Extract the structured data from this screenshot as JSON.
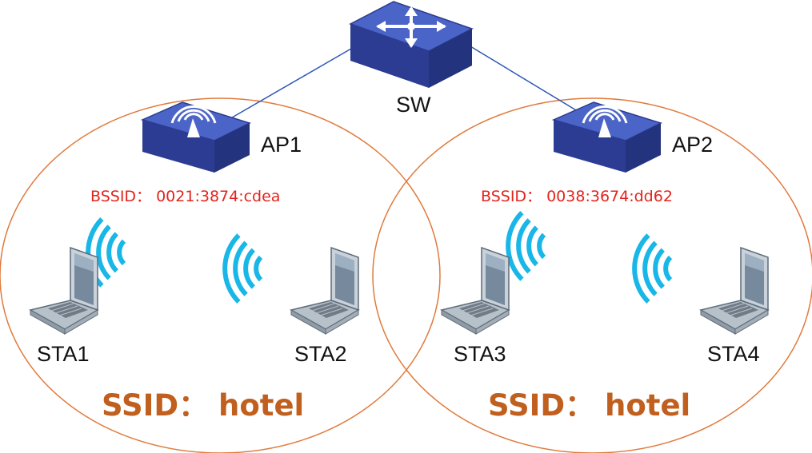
{
  "colors": {
    "ellipse": "#e07a3c",
    "link": "#2f57b8",
    "bssid": "#e3241c",
    "ssid": "#c05f1e",
    "wifi": "#19b6e8",
    "device_top": "#4b64c8",
    "device_front": "#2c3c93",
    "device_side": "#24337d"
  },
  "switch": {
    "label": "SW",
    "icon": "switch-icon"
  },
  "access_points": [
    {
      "label": "AP1",
      "bssid": "BSSID： 0021:3874:cdea",
      "icon": "access-point-icon"
    },
    {
      "label": "AP2",
      "bssid": "BSSID： 0038:3674:dd62",
      "icon": "access-point-icon"
    }
  ],
  "stations": [
    {
      "label": "STA1",
      "icon": "laptop-icon"
    },
    {
      "label": "STA2",
      "icon": "laptop-icon"
    },
    {
      "label": "STA3",
      "icon": "laptop-icon"
    },
    {
      "label": "STA4",
      "icon": "laptop-icon"
    }
  ],
  "cells": [
    {
      "ssid": "SSID： hotel"
    },
    {
      "ssid": "SSID： hotel"
    }
  ]
}
